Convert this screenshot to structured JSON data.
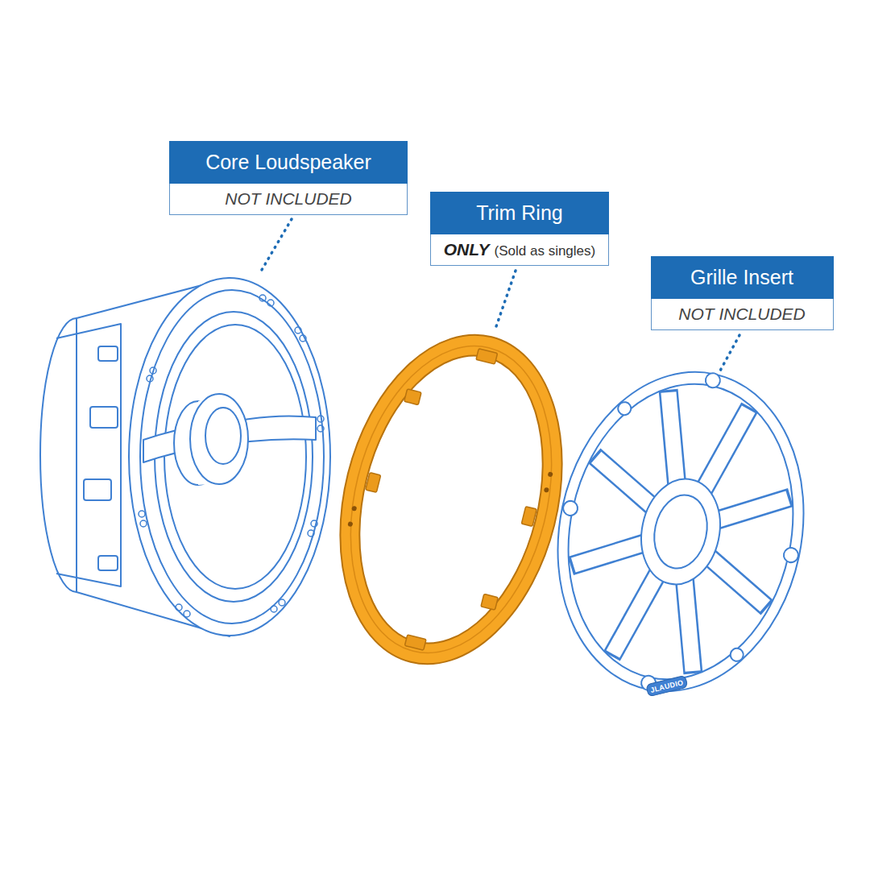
{
  "diagram": {
    "nodes": [
      {
        "text": [
          "Core Loudspeaker",
          "NOT INCLUDED"
        ]
      },
      {
        "text": [
          "Trim Ring",
          "ONLY",
          "(Sold as singles)"
        ]
      },
      {
        "text": [
          "Grille Insert",
          "NOT INCLUDED"
        ]
      }
    ],
    "labels": [
      "JLAUDIO"
    ]
  }
}
